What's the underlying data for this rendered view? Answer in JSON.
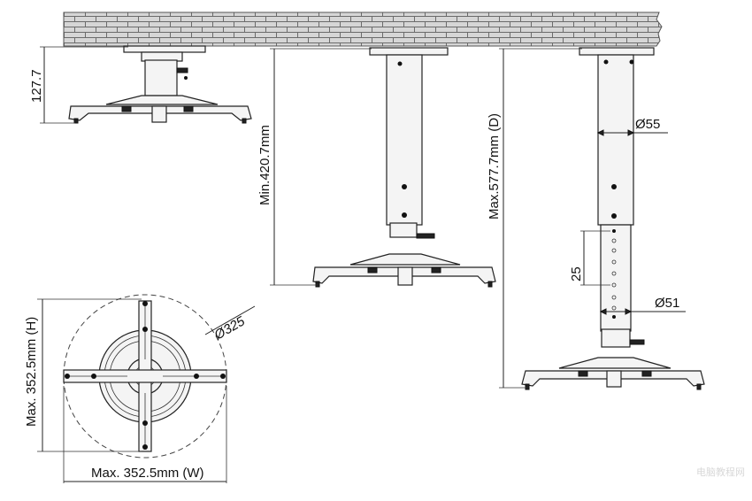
{
  "labels": {
    "height_127": "127.7",
    "min_length": "Min.420.7mm",
    "max_length": "Max.577.7mm (D)",
    "dia_55": "Ø55",
    "dia_51": "Ø51",
    "pitch_25": "25",
    "dia_325": "Ø325",
    "max_h": "Max. 352.5mm (H)",
    "max_w": "Max. 352.5mm (W)"
  },
  "watermark": "电脑教程网",
  "colors": {
    "brick_fill": "#d6d6d6",
    "brick_line": "#6b6b6b",
    "line": "#222222"
  }
}
